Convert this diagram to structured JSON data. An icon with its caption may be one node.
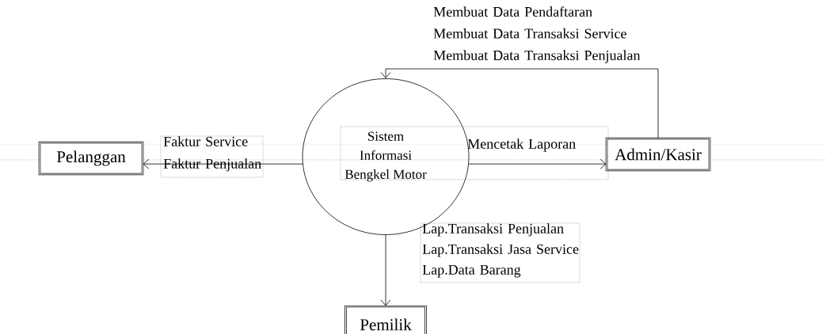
{
  "diagram": {
    "nodes": [
      {
        "text": [
          "Pelanggan"
        ]
      },
      {
        "text": [
          "Sistem",
          "Informasi",
          "Bengkel Motor"
        ]
      },
      {
        "text": [
          "Admin/Kasir"
        ]
      },
      {
        "text": [
          "Pemilik"
        ]
      }
    ],
    "edges": [
      {
        "from": 1,
        "to": 0,
        "arrow": "to",
        "label": "Faktur Service Faktur Penjualan"
      },
      {
        "from": 1,
        "to": 2,
        "arrow": "to",
        "label": "Mencetak Laporan"
      },
      {
        "from": 2,
        "to": 1,
        "arrow": "to",
        "label": "Membuat Data Pendaftaran Membuat Data Transaksi Service Membuat Data Transaksi Penjualan"
      },
      {
        "from": 1,
        "to": 3,
        "arrow": "to",
        "label": "Lap.Transaksi Penjualan Lap.Transaksi Jasa Service Lap.Data Barang"
      }
    ]
  }
}
